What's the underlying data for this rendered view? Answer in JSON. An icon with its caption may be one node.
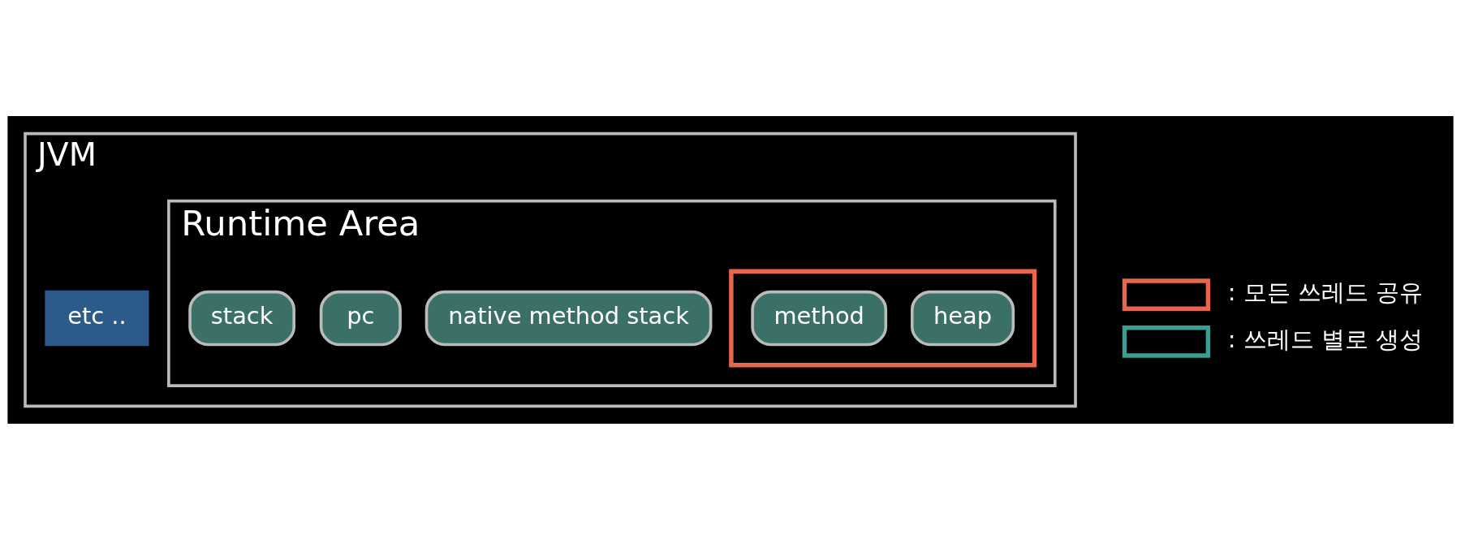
{
  "diagram": {
    "nodes": [
      {
        "text": [
          "JVM"
        ]
      },
      {
        "text": [
          "Runtime Area"
        ],
        "in": 0
      },
      {
        "text": [],
        "shape": "box",
        "in": 1
      },
      {
        "text": [
          "method"
        ],
        "in": 2
      },
      {
        "text": [
          "heap"
        ],
        "in": 2
      },
      {
        "text": [
          "stack"
        ],
        "in": 1
      },
      {
        "text": [
          "pc"
        ],
        "in": 1
      },
      {
        "text": [
          "native method stack"
        ],
        "in": 1
      },
      {
        "text": [
          "etc .."
        ],
        "in": 0
      }
    ],
    "edges": [],
    "legend": [
      {
        "text": ": 모든 쓰레드 공유",
        "color": "#e8664e"
      },
      {
        "text": ": 쓰레드 별로 생성",
        "color": "#3a9e94"
      }
    ]
  }
}
